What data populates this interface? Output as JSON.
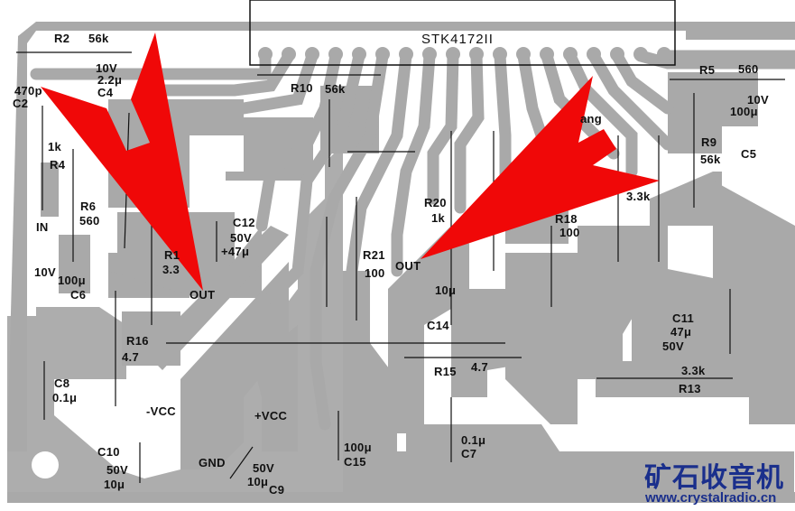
{
  "ic": {
    "part": "STK4172II",
    "pin_count": 18
  },
  "labels": {
    "r2": "R2",
    "r2_val": "56k",
    "c4_v": "10V",
    "c4_val": "2.2μ",
    "c4": "C4",
    "c2_val": "470p",
    "c2": "C2",
    "r10": "R10",
    "r10_val": "56k",
    "r4_val": "1k",
    "r4": "R4",
    "r6": "R6",
    "r6_val": "560",
    "in": "IN",
    "c12": "C12",
    "c12_v": "50V",
    "c12_val": "+47μ",
    "c6_v": "10V",
    "c6_val": "100μ",
    "c6": "C6",
    "r1x": "R1",
    "r1x_val": "3.3",
    "out_left": "OUT",
    "r16": "R16",
    "r16_val": "4.7",
    "c8": "C8",
    "c8_val": "0.1μ",
    "neg_vcc": "-VCC",
    "pos_vcc": "+VCC",
    "c10": "C10",
    "c10_v": "50V",
    "c10_val": "10μ",
    "gnd": "GND",
    "c9_v": "50V",
    "c9_val": "10μ",
    "c9": "C9",
    "c15_val": "100μ",
    "c15": "C15",
    "r21": "R21",
    "r21_val": "100",
    "r20": "R20",
    "r20_val": "1k",
    "out_right": "OUT",
    "r18": "R18",
    "r18_val": "100",
    "c14_val": "10μ",
    "c14": "C14",
    "r15": "R15",
    "r15_val": "4.7",
    "c7_val": "0.1μ",
    "c7": "C7",
    "r5": "R5",
    "r5_val": "560",
    "c5_v": "10V",
    "c5_val": "100μ",
    "c5": "C5",
    "r9": "R9",
    "r9_val": "56k",
    "r11_val": "3.3k",
    "ang": "ang",
    "c11": "C11",
    "c11_val": "47μ",
    "c11_v": "50V",
    "r13_val": "3.3k",
    "r13": "R13"
  },
  "watermark": {
    "cn": "矿石收音机",
    "url": "www.crystalradio.cn"
  },
  "colors": {
    "copper": "#a9a9a9",
    "arrow": "#f00808",
    "ink": "#111111",
    "watermark": "#1a2f8c"
  }
}
